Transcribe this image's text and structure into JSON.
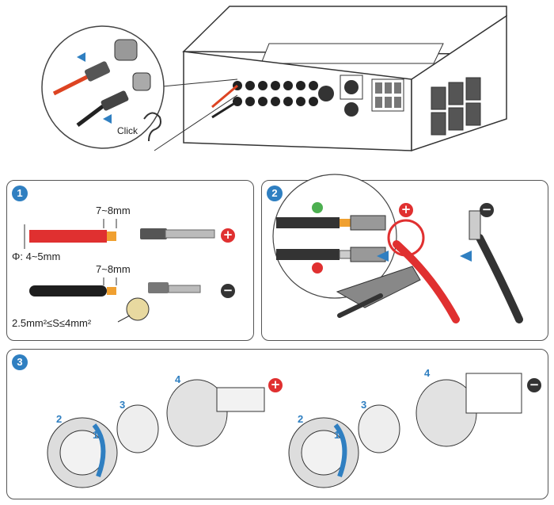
{
  "top": {
    "click_label": "Click"
  },
  "step1": {
    "badge": "1",
    "strip_length_red": "7~8mm",
    "diameter": "Φ: 4~5mm",
    "strip_length_black": "7~8mm",
    "cross_section": "2.5mm²≤S≤4mm²",
    "positive_sign": "+",
    "negative_sign": "−"
  },
  "step2": {
    "badge": "2",
    "positive_sign": "+",
    "negative_sign": "−"
  },
  "step3": {
    "badge": "3",
    "positive_sign": "+",
    "negative_sign": "−",
    "left_assembly": {
      "order_labels": [
        "1",
        "2",
        "3",
        "4"
      ]
    },
    "right_assembly": {
      "order_labels": [
        "1",
        "2",
        "3",
        "4"
      ]
    }
  },
  "colors": {
    "accent": "#2f7fc1",
    "positive": "#e03030",
    "negative": "#333333",
    "ok": "#4caf50",
    "bad": "#e03030"
  }
}
